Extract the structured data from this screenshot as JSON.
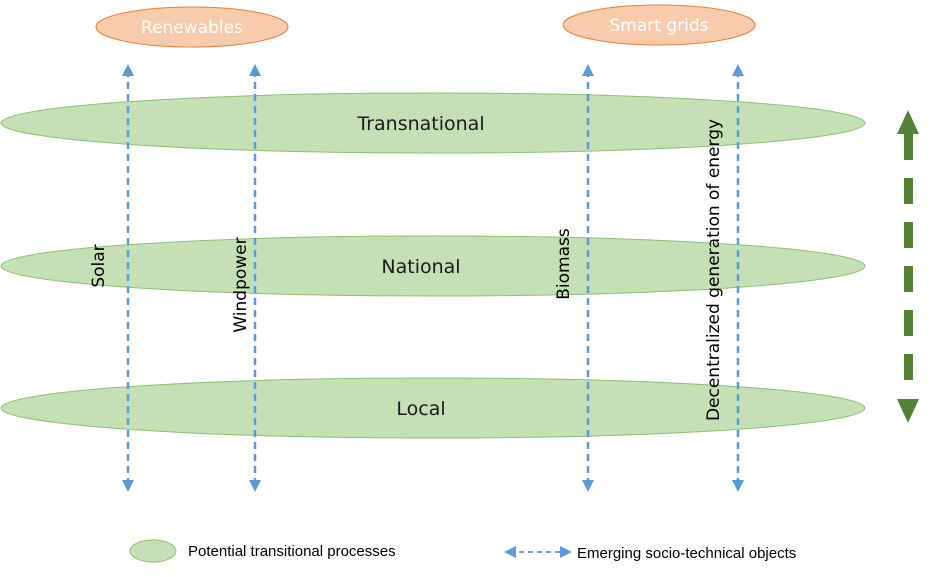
{
  "colors": {
    "level_fill": "#c5e0b4",
    "level_stroke": "#8fbf6f",
    "top_fill": "#f8cbad",
    "top_stroke": "#ed7d31",
    "arrow": "#5b9bd5",
    "scale_arrow": "#548235"
  },
  "top_nodes": {
    "renewables": "Renewables",
    "smart_grids": "Smart grids"
  },
  "levels": {
    "transnational": "Transnational",
    "national": "National",
    "local": "Local"
  },
  "objects": {
    "solar": "Solar",
    "windpower": "Windpower",
    "biomass": "Biomass",
    "decentralized": "Decentralized generation of energy"
  },
  "legend": {
    "processes": "Potential transitional processes",
    "objects": "Emerging socio-technical objects"
  }
}
